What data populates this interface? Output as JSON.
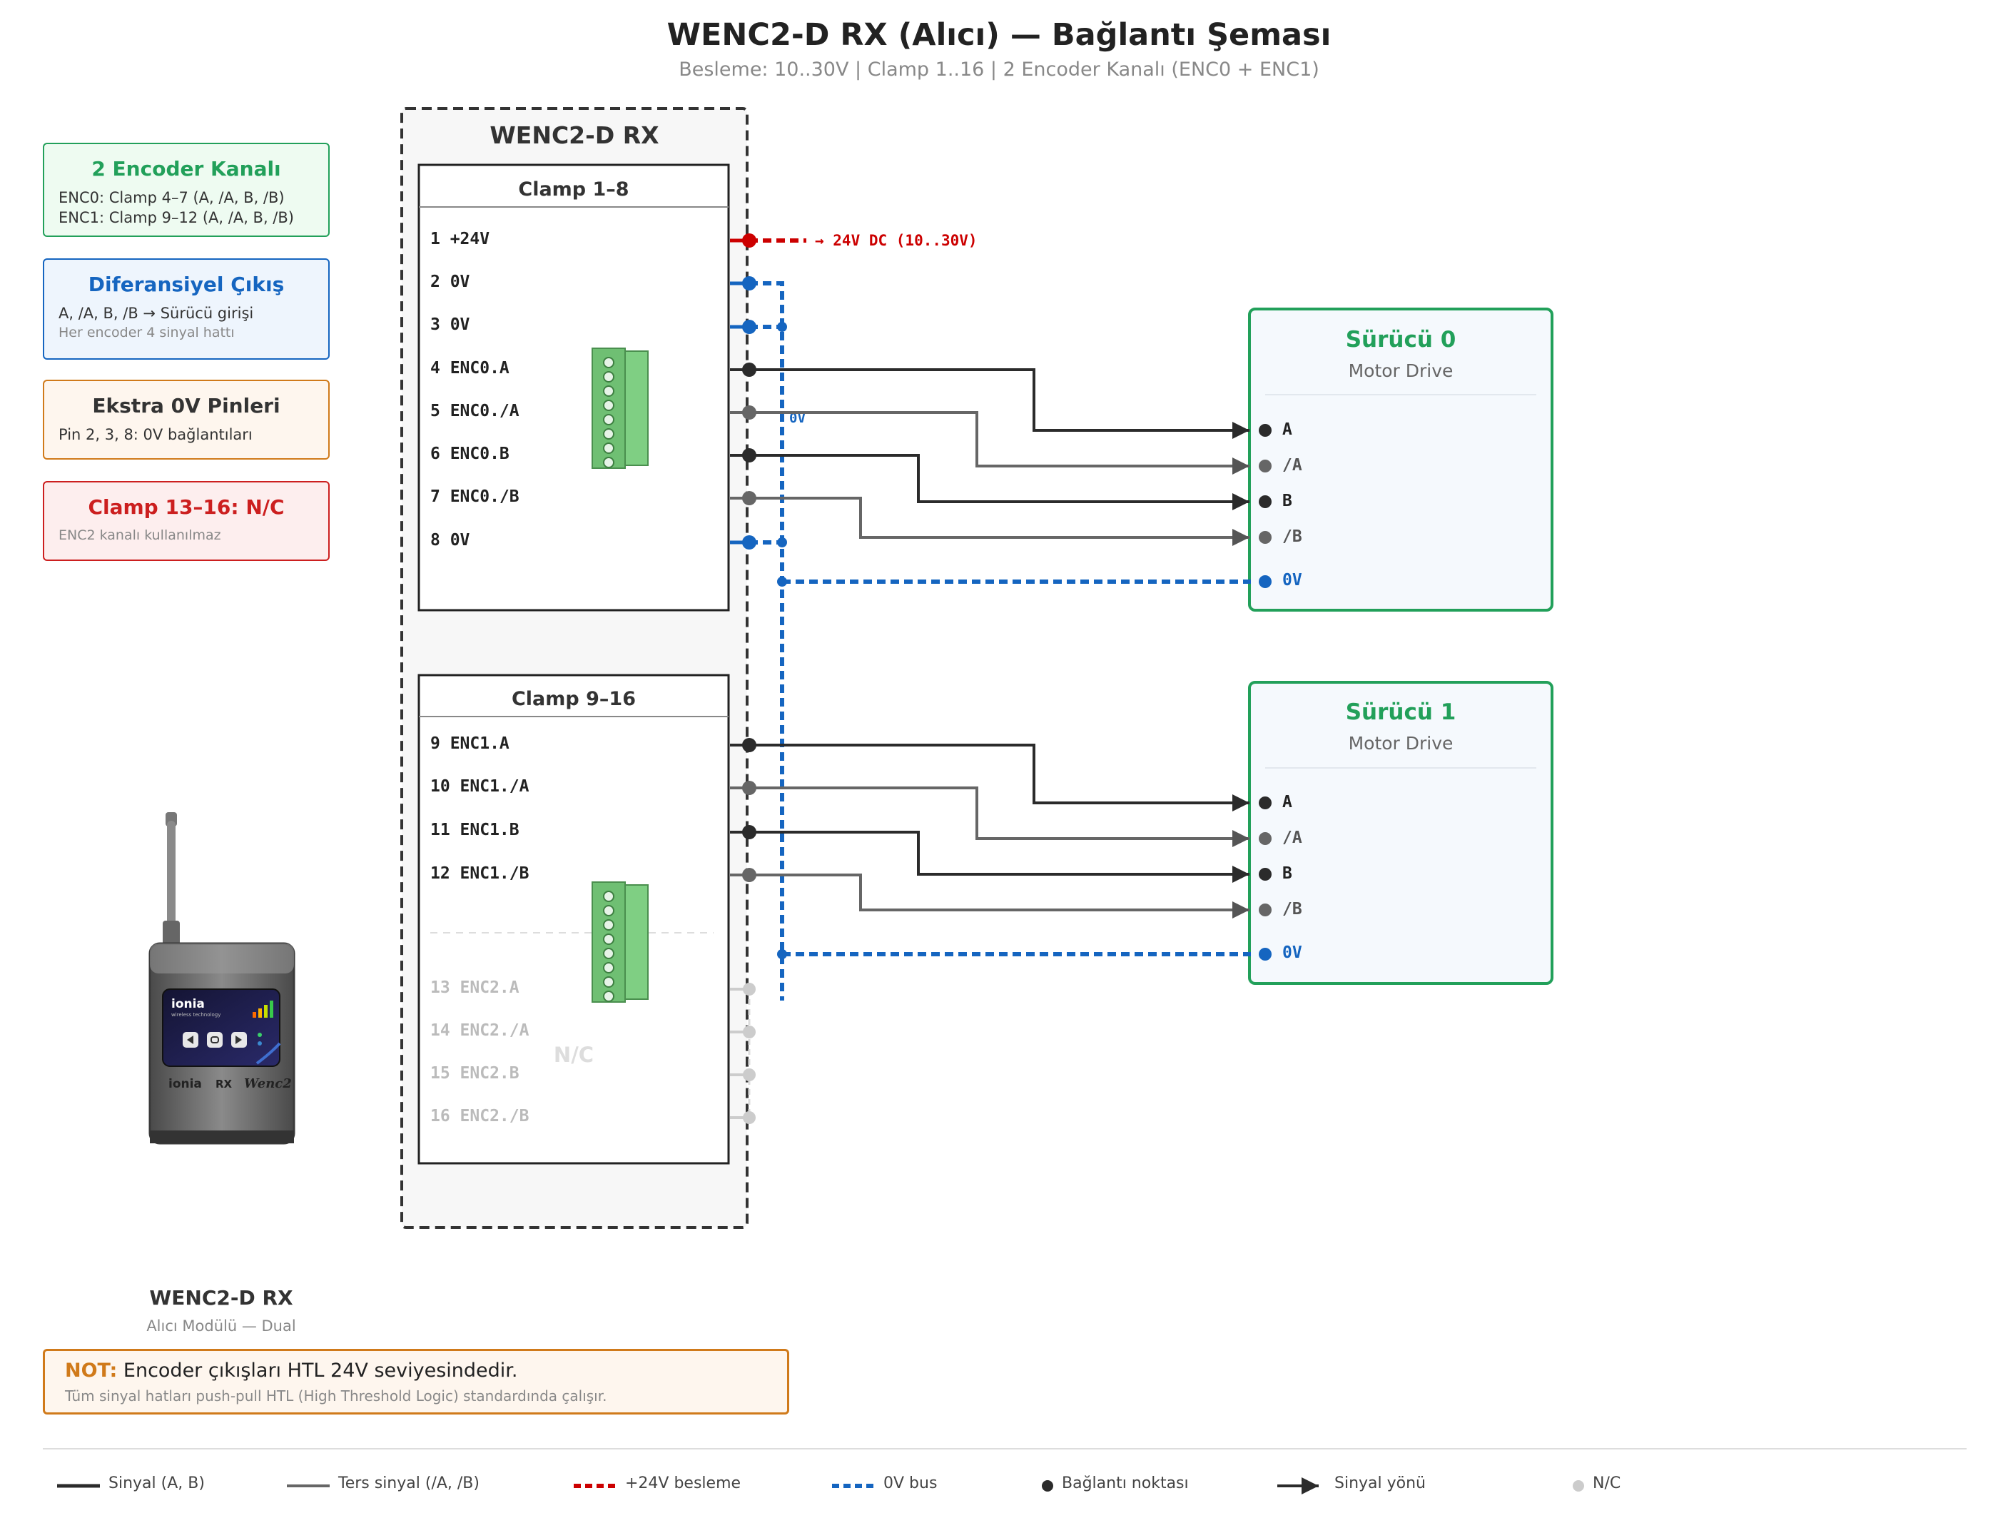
{
  "header": {
    "title": "WENC2-D RX (Alıcı) — Bağlantı Şeması",
    "subtitle": "Besleme: 10..30V | Clamp 1..16 | 2 Encoder Kanalı (ENC0 + ENC1)"
  },
  "info_boxes": [
    {
      "title": "2 Encoder Kanalı",
      "lines": [
        "ENC0: Clamp 4–7 (A, /A, B, /B)",
        "ENC1: Clamp 9–12 (A, /A, B, /B)"
      ],
      "color": "#22a05a",
      "bg": "#eefbf1"
    },
    {
      "title": "Diferansiyel Çıkış",
      "lines": [
        "A, /A, B, /B → Sürücü girişi"
      ],
      "small": "Her encoder 4 sinyal hattı",
      "color": "#1565c0",
      "bg": "#eef5fd"
    },
    {
      "title": "Ekstra 0V Pinleri",
      "lines": [
        "Pin 2, 3, 8: 0V bağlantıları"
      ],
      "color": "#d07a1a",
      "bg": "#fef6ee"
    },
    {
      "title": "Clamp 13–16: N/C",
      "small": "ENC2 kanalı kullanılmaz",
      "color": "#cc1f1f",
      "bg": "#fdeeee"
    }
  ],
  "module": {
    "title": "WENC2-D RX",
    "clamp_top": {
      "title": "Clamp 1–8",
      "pins": [
        "1 +24V",
        "2 0V",
        "3 0V",
        "4 ENC0.A",
        "5 ENC0./A",
        "6 ENC0.B",
        "7 ENC0./B",
        "8 0V"
      ]
    },
    "clamp_bottom": {
      "title": "Clamp 9–16",
      "pins": [
        "9 ENC1.A",
        "10 ENC1./A",
        "11 ENC1.B",
        "12 ENC1./B",
        "13 ENC2.A",
        "14 ENC2./A",
        "15 ENC2.B",
        "16 ENC2./B"
      ],
      "nc_label": "N/C"
    },
    "supply_label": "→ 24V DC (10..30V)",
    "bus_label": "0V"
  },
  "drivers": [
    {
      "title": "Sürücü 0",
      "subtitle": "Motor Drive",
      "pins": [
        "A",
        "/A",
        "B",
        "/B",
        "0V"
      ]
    },
    {
      "title": "Sürücü 1",
      "subtitle": "Motor Drive",
      "pins": [
        "A",
        "/A",
        "B",
        "/B",
        "0V"
      ]
    }
  ],
  "device": {
    "name": "WENC2-D RX",
    "caption": "Alıcı Modülü — Dual",
    "brand": "ionia",
    "brand_small": "wireless technology",
    "face_labels": [
      "ionia",
      "RX",
      "Wenc2"
    ]
  },
  "note": {
    "label": "NOT:",
    "text": "Encoder çıkışları HTL 24V seviyesindedir.",
    "small": "Tüm sinyal hatları push-pull HTL (High Threshold Logic) standardında çalışır."
  },
  "legend": [
    {
      "icon": "solid-line",
      "label": "Sinyal (A, B)"
    },
    {
      "icon": "gray-line",
      "label": "Ters sinyal (/A, /B)"
    },
    {
      "icon": "red-dashed-line",
      "label": "+24V besleme"
    },
    {
      "icon": "blue-dashed-line",
      "label": "0V bus"
    },
    {
      "icon": "dot",
      "label": "Bağlantı noktası"
    },
    {
      "icon": "arrow",
      "label": "Sinyal yönü"
    },
    {
      "icon": "gray-dot",
      "label": "N/C"
    }
  ],
  "colors": {
    "signal": "#2b2b2b",
    "inverse": "#666666",
    "supply": "#cc0000",
    "bus": "#1565c0",
    "nc": "#cccccc",
    "driver_border": "#22a05a",
    "note": "#d07a1a"
  }
}
